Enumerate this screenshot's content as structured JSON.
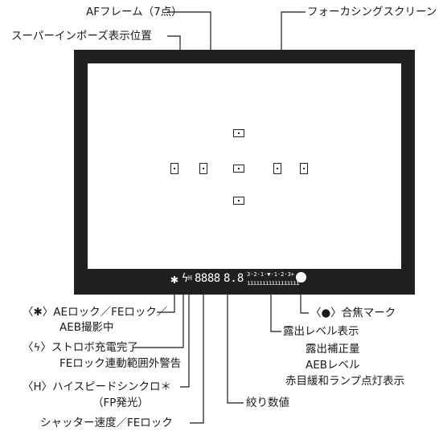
{
  "labels": {
    "af_frame": "AFフレーム（7点）",
    "superimpose": "スーパーインポーズ表示位置",
    "focusing_screen": "フォーカシングスクリーン",
    "ae_lock_1": "〈✱〉AEロック／FEロック／",
    "ae_lock_2": "AEB撮影中",
    "strobe_1": "〈ϟ〉ストロボ充電完了",
    "strobe_2": "FEロック連動範囲外警告",
    "hs_sync_1": "〈H〉ハイスピードシンクロ＊",
    "hs_sync_2": "（FP発光）",
    "shutter": "シャッター速度／FEロック",
    "aperture": "絞り数値",
    "focus_mark": "〈●〉合焦マーク",
    "exposure_1": "露出レベル表示",
    "exposure_2": "露出補正量",
    "exposure_3": "AEBレベル",
    "exposure_4": "赤目緩和ランプ点灯表示"
  },
  "viewfinder": {
    "ae_icon": "✱",
    "flash_icon": "ϟ",
    "h_icon": "H",
    "shutter_value": "8888",
    "aperture_value": "8.8",
    "scale": "3·2·1·▼·1·2·3+"
  },
  "colors": {
    "frame": "#202020",
    "screen": "#ffffff",
    "text": "#1a1a1a"
  }
}
